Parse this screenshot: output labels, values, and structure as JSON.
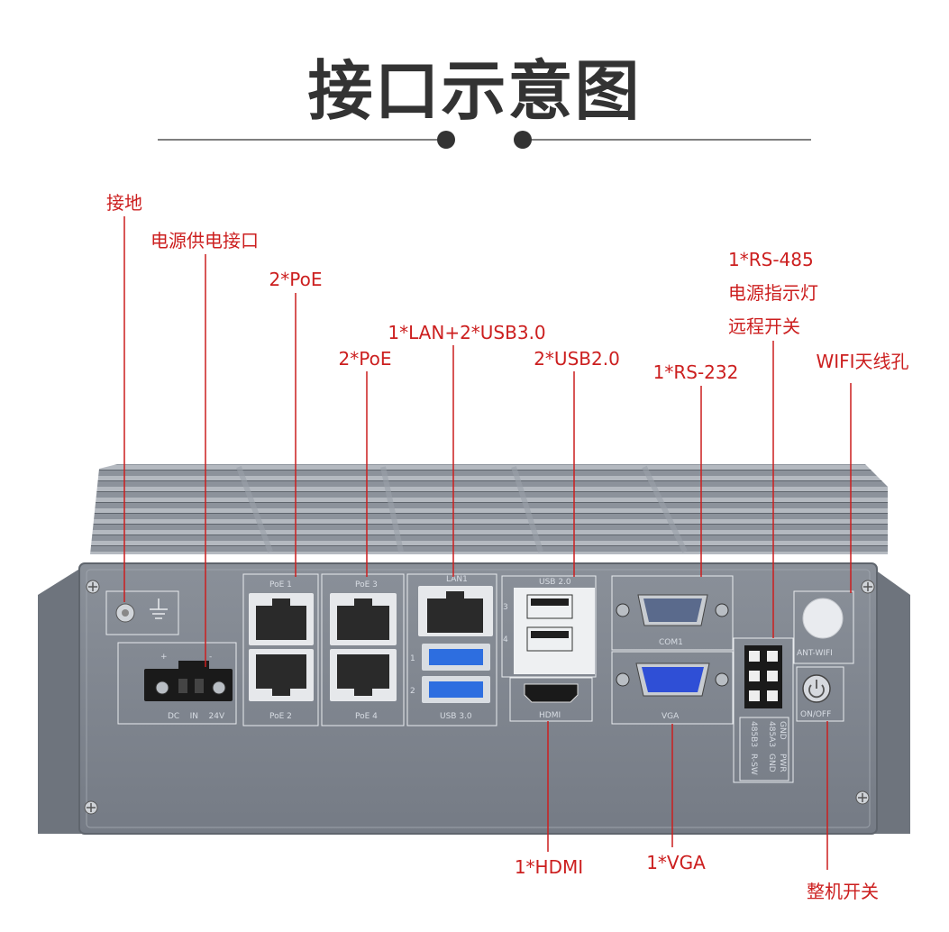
{
  "title": "接口示意图",
  "callouts": {
    "ground": "接地",
    "power_input": "电源供电接口",
    "poe_a": "2*PoE",
    "poe_b": "2*PoE",
    "lan_usb3": "1*LAN+2*USB3.0",
    "usb2": "2*USB2.0",
    "rs232": "1*RS-232",
    "rs485": "1*RS-485",
    "power_led": "电源指示灯",
    "remote_switch": "远程开关",
    "wifi": "WIFI天线孔",
    "hdmi": "1*HDMI",
    "vga": "1*VGA",
    "power_button": "整机开关"
  },
  "panel": {
    "dc_plus": "+",
    "dc_minus": "-",
    "dc_label": "DC    IN    24V",
    "poe1": "PoE 1",
    "poe2": "PoE 2",
    "poe3": "PoE 3",
    "poe4": "PoE 4",
    "lan1": "LAN1",
    "usb3": "USB 3.0",
    "usb3_port1": "1",
    "usb3_port2": "2",
    "usb2": "USB 2.0",
    "usb2_port3": "3",
    "usb2_port4": "4",
    "hdmi": "HDMI",
    "com1": "COM1",
    "vga": "VGA",
    "ant": "ANT-WIFI",
    "onoff": "ON/OFF",
    "term_gnd1": "GND",
    "term_485a": "485A3",
    "term_485b": "485B3",
    "term_gnd2": "GND",
    "term_pwr": "PWR",
    "term_rsw": "R-SW"
  },
  "colors": {
    "accent_red": "#cc1f1f",
    "title_gray": "#333333",
    "chassis": "#7d838d"
  }
}
